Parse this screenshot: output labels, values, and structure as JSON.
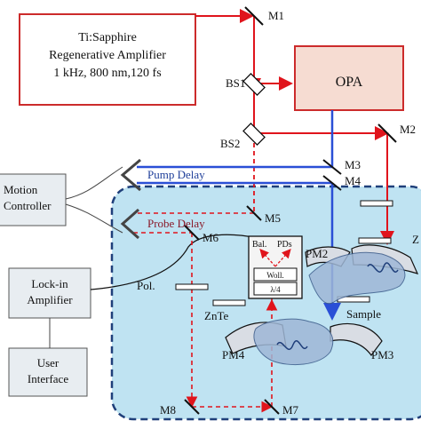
{
  "laser": {
    "line1": "Ti:Sapphire",
    "line2": "Regenerative Amplifier",
    "line3": "1 kHz, 800 nm,120 fs"
  },
  "opa": "OPA",
  "motion_controller": {
    "line1": "Motion",
    "line2": "Controller"
  },
  "lockin": {
    "line1": "Lock-in",
    "line2": "Amplifier"
  },
  "user_interface": {
    "line1": "User",
    "line2": "Interface"
  },
  "delays": {
    "pump": "Pump Delay",
    "probe": "Probe Delay"
  },
  "mirrors": {
    "m1": "M1",
    "m2": "M2",
    "m3": "M3",
    "m4": "M4",
    "m5": "M5",
    "m6": "M6",
    "m7": "M7",
    "m8": "M8"
  },
  "beamsplitters": {
    "bs1": "BS1",
    "bs2": "BS2"
  },
  "parabolic": {
    "pm2": "PM2",
    "pm3": "PM3",
    "pm4": "PM4"
  },
  "optics": {
    "pol": "Pol.",
    "znte": "ZnTe",
    "sample": "Sample",
    "wollaston": "Woll.",
    "quarter_wave": "λ/4",
    "bal": "Bal.",
    "pds": "PDs",
    "z_cut": "Z"
  },
  "colors": {
    "laser_beam": "#e0141c",
    "pump_beam": "#2a4fd6",
    "enclosure_fill": "#bfe3f2",
    "enclosure_border": "#1f3f7a",
    "opa_fill": "#f6dcd2",
    "laser_border": "#cc2b2b",
    "controller_fill": "#e8edf1"
  }
}
